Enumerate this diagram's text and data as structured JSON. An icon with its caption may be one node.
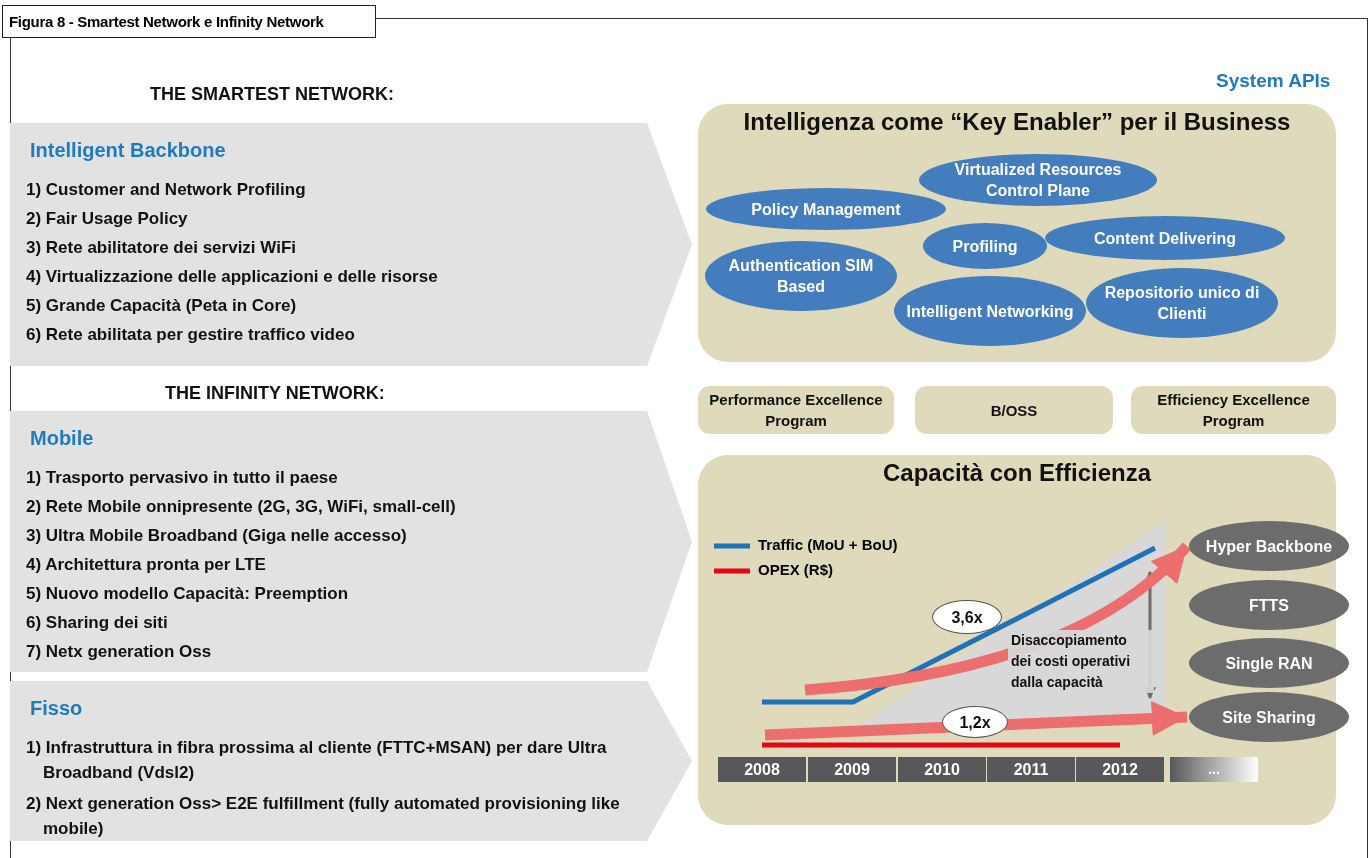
{
  "diagram": {
    "title": "Figura 8 - Smartest Network e Infinity Network",
    "nodes": [
      {
        "text": [
          "Intelligent Backbone",
          "1) Customer and Network Profiling",
          "2) Fair Usage Policy",
          "3) Rete abilitatore dei servizi WiFi",
          "4) Virtualizzazione delle applicazioni e delle risorse",
          "5) Grande Capacità (Peta in Core)",
          "6) Rete abilitata per gestire traffico video"
        ]
      },
      {
        "text": [
          "Mobile",
          "1) Trasporto pervasivo in tutto il paese",
          "2) Rete Mobile onnipresente (2G, 3G, WiFi, small-cell)",
          "3) Ultra Mobile Broadband (Giga nelle accesso)",
          "4) Architettura pronta per LTE",
          "5) Nuovo modello Capacità: Preemption",
          "6) Sharing dei siti",
          "7) Netx generation Oss"
        ]
      },
      {
        "text": [
          "Fisso",
          "1) Infrastruttura in fibra prossima al cliente (FTTC+MSAN) per dare Ultra Broadband (Vdsl2)",
          "2) Next generation Oss> E2E fulfillment (fully automated provisioning like mobile)"
        ]
      },
      {
        "text": [
          "Intelligenza come “Key Enabler” per il Business"
        ]
      },
      {
        "text": [
          "Virtualized Resources Control Plane"
        ],
        "in": 3
      },
      {
        "text": [
          "Policy Management"
        ],
        "in": 3
      },
      {
        "text": [
          "Profiling"
        ],
        "in": 3
      },
      {
        "text": [
          "Content Delivering"
        ],
        "in": 3
      },
      {
        "text": [
          "Authentication SIM Based"
        ],
        "in": 3
      },
      {
        "text": [
          "Intelligent Networking"
        ],
        "in": 3
      },
      {
        "text": [
          "Repositorio unico di Clienti"
        ],
        "in": 3
      },
      {
        "text": [
          "Performance Excellence Program"
        ]
      },
      {
        "text": [
          "B/OSS"
        ]
      },
      {
        "text": [
          "Efficiency Excellence Program"
        ]
      },
      {
        "text": [
          "Capacità con Efficienza"
        ]
      },
      {
        "text": [
          "3,6x"
        ],
        "in": 14
      },
      {
        "text": [
          "Hyper Backbone"
        ],
        "in": 14
      },
      {
        "text": [
          "FTTS"
        ],
        "in": 14
      },
      {
        "text": [
          "Single RAN"
        ],
        "in": 14
      },
      {
        "text": [
          "1,2x"
        ],
        "in": 14
      },
      {
        "text": [
          "Site Sharing"
        ],
        "in": 14
      }
    ],
    "edges": [
      {
        "from": null,
        "to": 16,
        "arrow": "to",
        "color": "#ec6e6e"
      },
      {
        "from": null,
        "to": 20,
        "arrow": "to",
        "color": "#ec6e6e"
      }
    ],
    "labels": [
      "THE SMARTEST NETWORK:",
      "System APIs",
      "THE INFINITY NETWORK:",
      "Disaccopiamento dei costi operativi dalla capacità",
      "2008",
      "2009",
      "2010",
      "2011",
      "2012",
      "..."
    ],
    "legend": [
      {
        "text": "Traffic (MoU + BoU)"
      },
      {
        "text": "OPEX (R$)"
      }
    ]
  }
}
